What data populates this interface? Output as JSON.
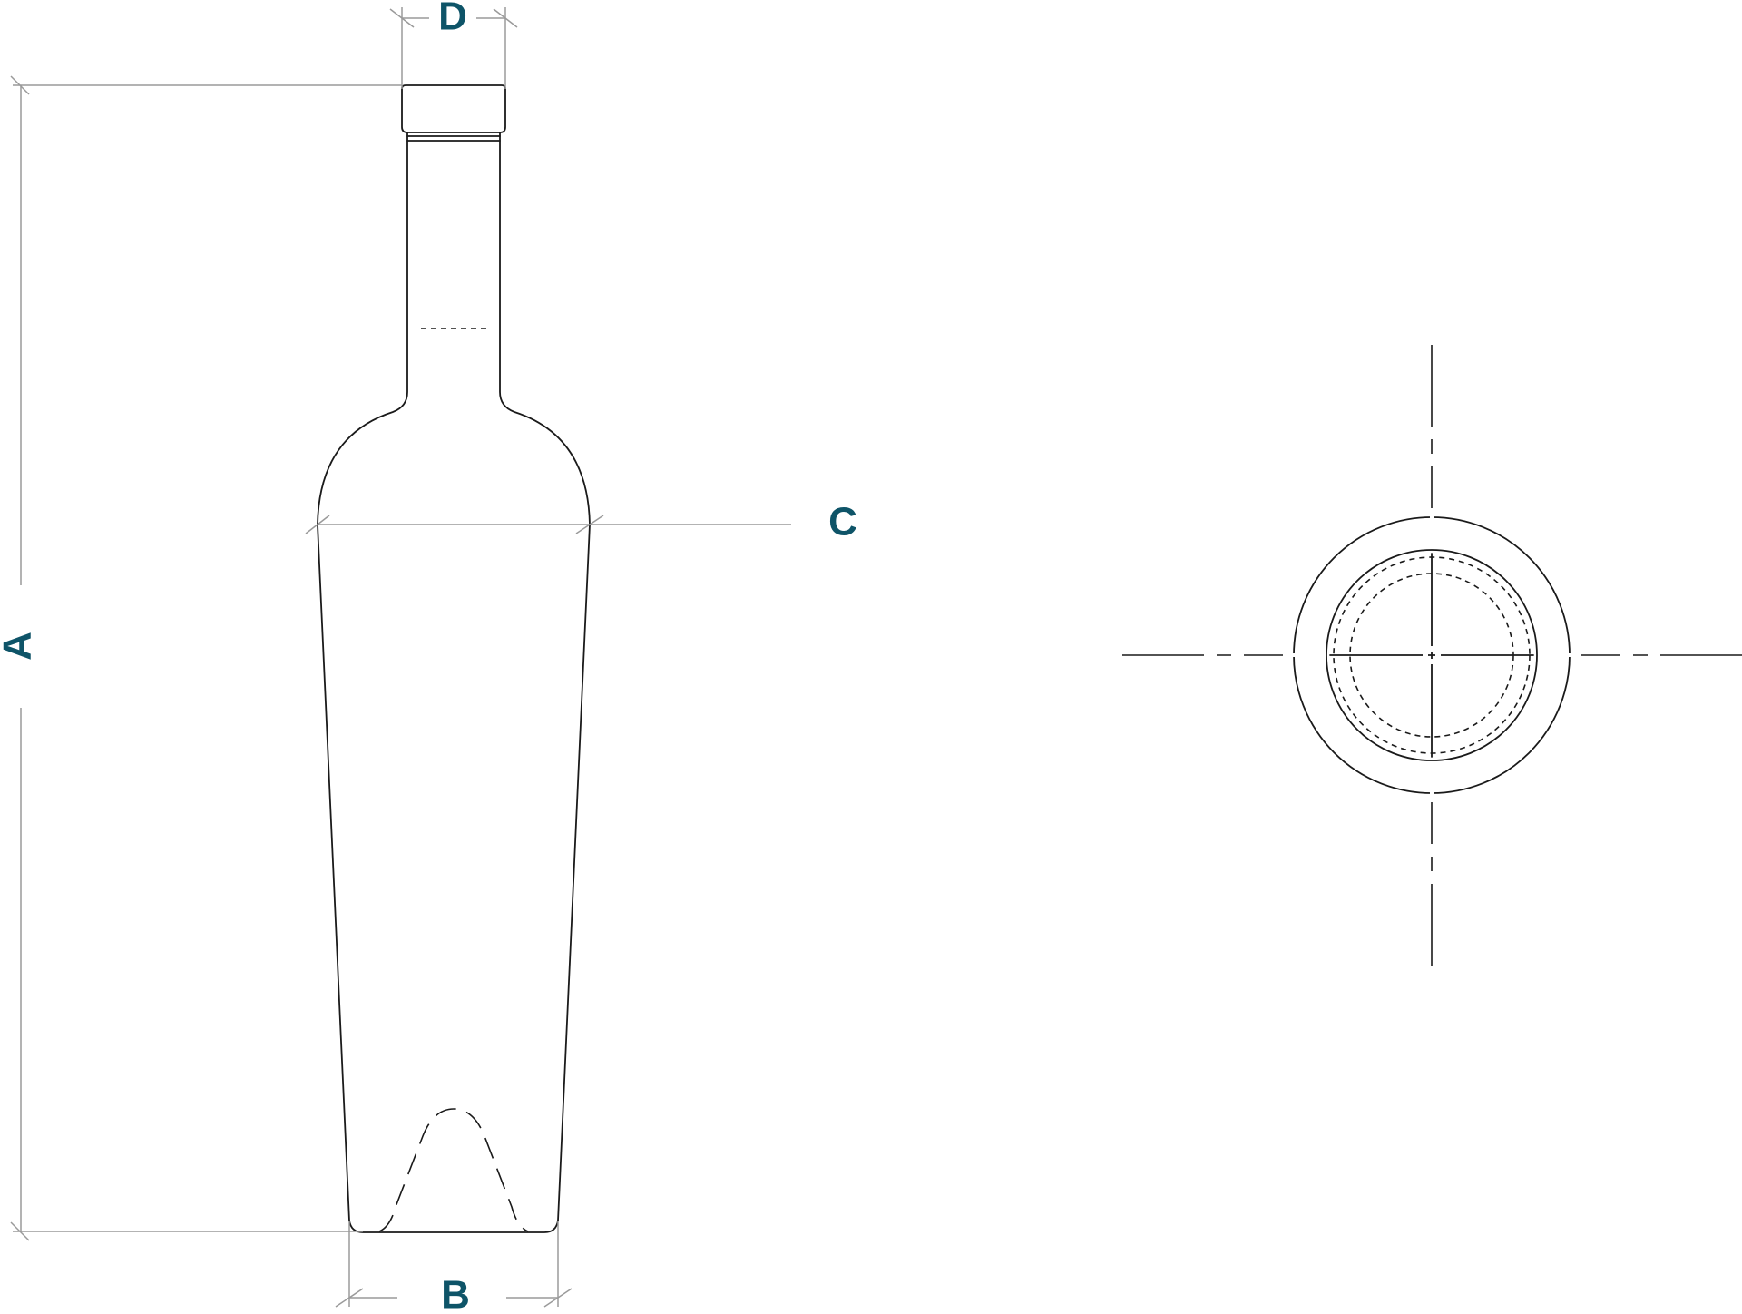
{
  "labels": {
    "a": "A",
    "b": "B",
    "c": "C",
    "d": "D"
  },
  "colors": {
    "label": "#0e5468",
    "outline": "#1a1a1a",
    "dimension": "#9a9a9a"
  }
}
